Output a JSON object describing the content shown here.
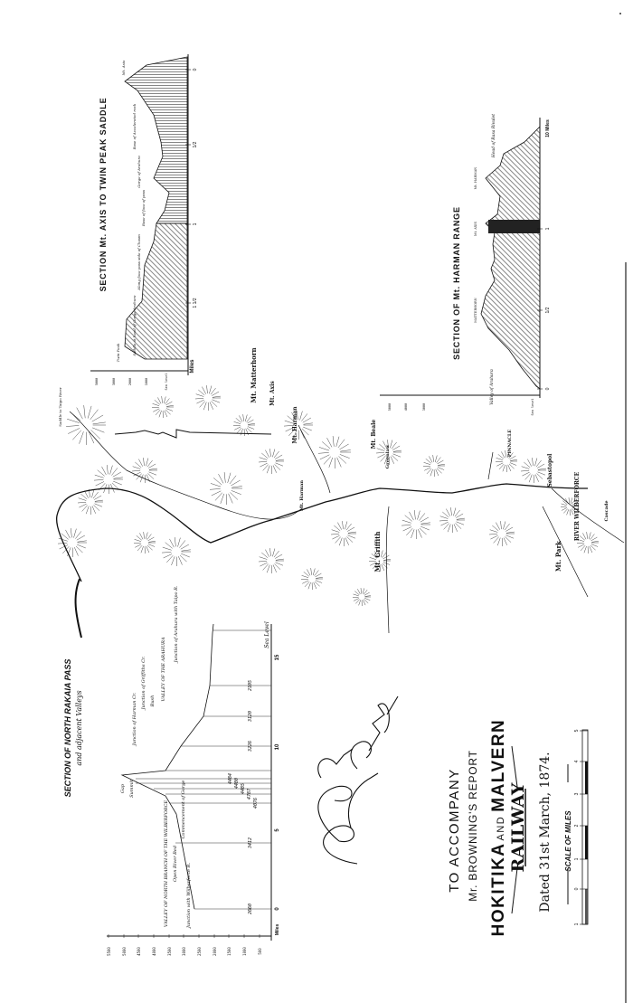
{
  "title_block": {
    "line1": "TO ACCOMPANY",
    "line2": "Mr. BROWNING'S REPORT",
    "line3_a": "HOKITIKA",
    "line3_b": "AND",
    "line3_c": "MALVERN",
    "line4": "RAILWAY",
    "dated": "Dated 31st March, 1874.",
    "scale_label": "SCALE OF MILES",
    "scale_ticks": [
      "1",
      "0",
      "1",
      "2",
      "3",
      "4",
      "5"
    ]
  },
  "signature": "John Carruthers",
  "section_rakaia": {
    "title": "SECTION OF NORTH RAKAIA PASS",
    "subtitle": "and adjacent Valleys",
    "axis_label": "Miles",
    "sea_level": "Sea Level",
    "mile_ticks": [
      "0",
      "5",
      "10",
      "15"
    ],
    "height_ticks": [
      "5500",
      "5000",
      "4500",
      "4000",
      "3500",
      "3000",
      "2500",
      "2000",
      "1500",
      "1000",
      "500"
    ],
    "elevations": [
      "2660",
      "3412",
      "4076",
      "4787",
      "4485",
      "4480",
      "4484",
      "3226",
      "3120",
      "2105"
    ],
    "notes": [
      "Junction with Wilberforce R.",
      "VALLEY OF NORTH BRANCH OF THE WILBERFORCE",
      "Open River Bed",
      "Commencement of Gorge",
      "Gap",
      "Summit",
      "Junction of Harman Cr.",
      "Junction of Griffiths Cr.",
      "Bush",
      "VALLEY OF THE ARAHURA",
      "Junction of Arahura with Taipo R."
    ]
  },
  "section_twin_peak": {
    "title": "SECTION Mt. AXIS TO TWIN PEAK SADDLE",
    "axis_label": "Miles",
    "mile_ticks": [
      "0",
      "1/2",
      "1",
      "1 1/2"
    ],
    "height_ticks": [
      "5000",
      "3000",
      "2000",
      "1000",
      "Sea level"
    ],
    "notes": [
      "Mt. Axis",
      "Base of Accelerated rock",
      "Gorge of Arahura",
      "Base of face of pass",
      "Along face pass side of Chasm",
      "Saddle at head of Gorge Arahura",
      "Twin Peak"
    ]
  },
  "section_harman": {
    "title": "SECTION OF Mt. HARMAN RANGE",
    "axis_label": "10 Miles",
    "mile_ticks": [
      "0",
      "1/2",
      "1"
    ],
    "height_ticks": [
      "5000",
      "4000",
      "3000",
      "Sea level"
    ],
    "notes": [
      "Valley of Arahura",
      "MATTERHORN",
      "Mt. AXIS",
      "Mt. HARMAN",
      "Head of Rasa Rivulet"
    ]
  },
  "map": {
    "labels": [
      "Mt. Matterhorn",
      "Mt. Axis",
      "Mt. Harman",
      "Mt. Beale",
      "Greenlaw",
      "Mt. Griffith",
      "PINNACLE",
      "Sebastopol",
      "Mt. Park",
      "RIVER WILBERFORCE",
      "Cascade",
      "Saddle to Taipo River",
      "Mt. Harman"
    ]
  }
}
